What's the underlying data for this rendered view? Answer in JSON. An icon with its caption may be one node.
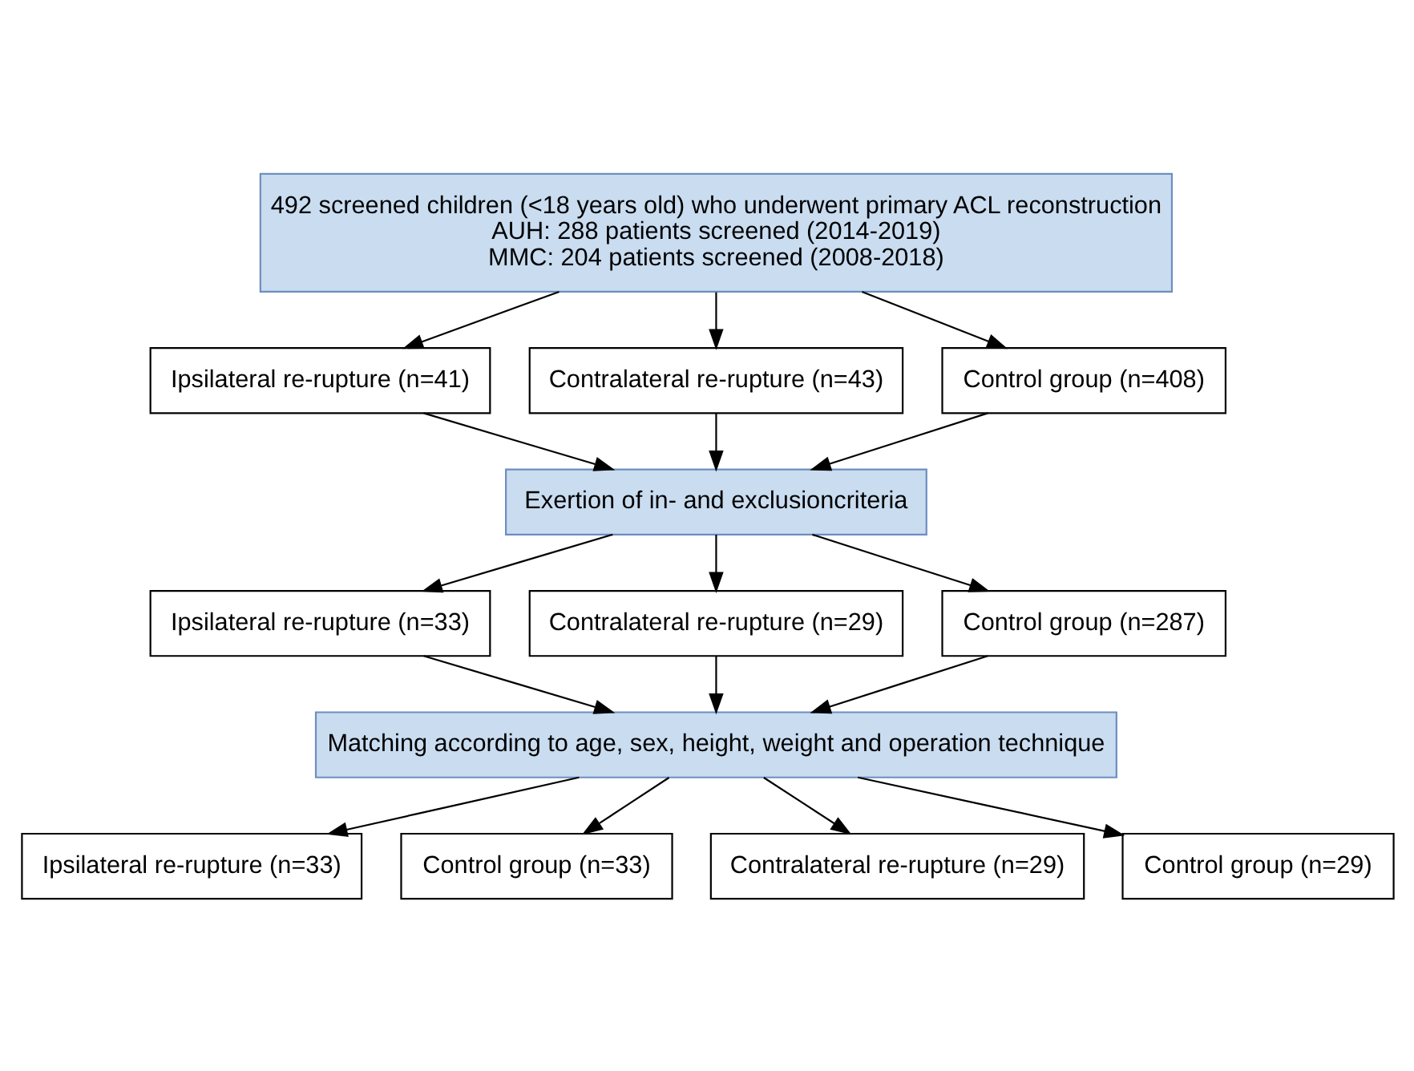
{
  "diagram": {
    "nodes": [
      {
        "text": [
          "492 screened children (<18 years old) who underwent primary ACL reconstruction",
          "AUH: 288 patients screened (2014-2019)",
          "MMC: 204 patients screened (2008-2018)"
        ]
      },
      {
        "text": [
          "Ipsilateral re-rupture (n=41)"
        ]
      },
      {
        "text": [
          "Contralateral re-rupture (n=43)"
        ]
      },
      {
        "text": [
          "Control group (n=408)"
        ]
      },
      {
        "text": [
          "Exertion of in- and exclusioncriteria"
        ]
      },
      {
        "text": [
          "Ipsilateral re-rupture (n=33)"
        ]
      },
      {
        "text": [
          "Contralateral re-rupture (n=29)"
        ]
      },
      {
        "text": [
          "Control group (n=287)"
        ]
      },
      {
        "text": [
          "Matching according to age, sex, height, weight and operation technique"
        ]
      },
      {
        "text": [
          "Ipsilateral re-rupture (n=33)"
        ]
      },
      {
        "text": [
          "Control group (n=33)"
        ]
      },
      {
        "text": [
          "Contralateral re-rupture (n=29)"
        ]
      },
      {
        "text": [
          "Control group (n=29)"
        ]
      }
    ],
    "edges": [
      {
        "from": 0,
        "to": 1,
        "arrow": "to"
      },
      {
        "from": 0,
        "to": 2,
        "arrow": "to"
      },
      {
        "from": 0,
        "to": 3,
        "arrow": "to"
      },
      {
        "from": 1,
        "to": 4,
        "arrow": "to"
      },
      {
        "from": 2,
        "to": 4,
        "arrow": "to"
      },
      {
        "from": 3,
        "to": 4,
        "arrow": "to"
      },
      {
        "from": 4,
        "to": 5,
        "arrow": "to"
      },
      {
        "from": 4,
        "to": 6,
        "arrow": "to"
      },
      {
        "from": 4,
        "to": 7,
        "arrow": "to"
      },
      {
        "from": 5,
        "to": 8,
        "arrow": "to"
      },
      {
        "from": 6,
        "to": 8,
        "arrow": "to"
      },
      {
        "from": 7,
        "to": 8,
        "arrow": "to"
      },
      {
        "from": 8,
        "to": 9,
        "arrow": "to"
      },
      {
        "from": 8,
        "to": 10,
        "arrow": "to"
      },
      {
        "from": 8,
        "to": 11,
        "arrow": "to"
      },
      {
        "from": 8,
        "to": 12,
        "arrow": "to"
      }
    ]
  }
}
